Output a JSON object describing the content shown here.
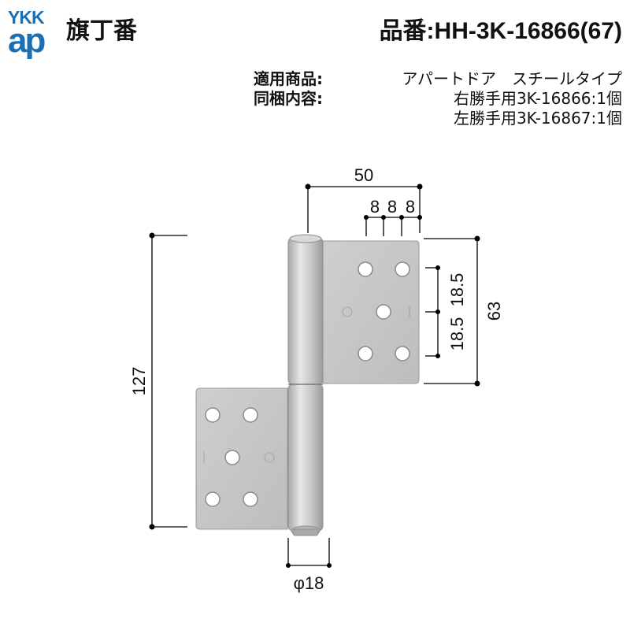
{
  "brand": {
    "logo_top": "YKK",
    "logo_bottom": "ap",
    "color": "#1a6fb5"
  },
  "product_name": "旗丁番",
  "part_number": "品番:HH-3K-16866(67)",
  "specs": {
    "applicable_label": "適用商品:",
    "applicable_value": "アパートドア　スチールタイプ",
    "contents_label": "同梱内容:",
    "contents_items": [
      "右勝手用3K-16866:1個",
      "左勝手用3K-16867:1個"
    ]
  },
  "dimensions": {
    "total_height": "127",
    "leaf_width": "50",
    "hole_spacing": [
      "8",
      "8",
      "8"
    ],
    "leaf_height": "63",
    "hole_pitch": [
      "18.5",
      "18.5"
    ],
    "pin_diameter": "φ18"
  },
  "colors": {
    "hinge_fill": "#c9c9c9",
    "hinge_edge": "#8e8e8e",
    "dimension_line": "#000000"
  }
}
